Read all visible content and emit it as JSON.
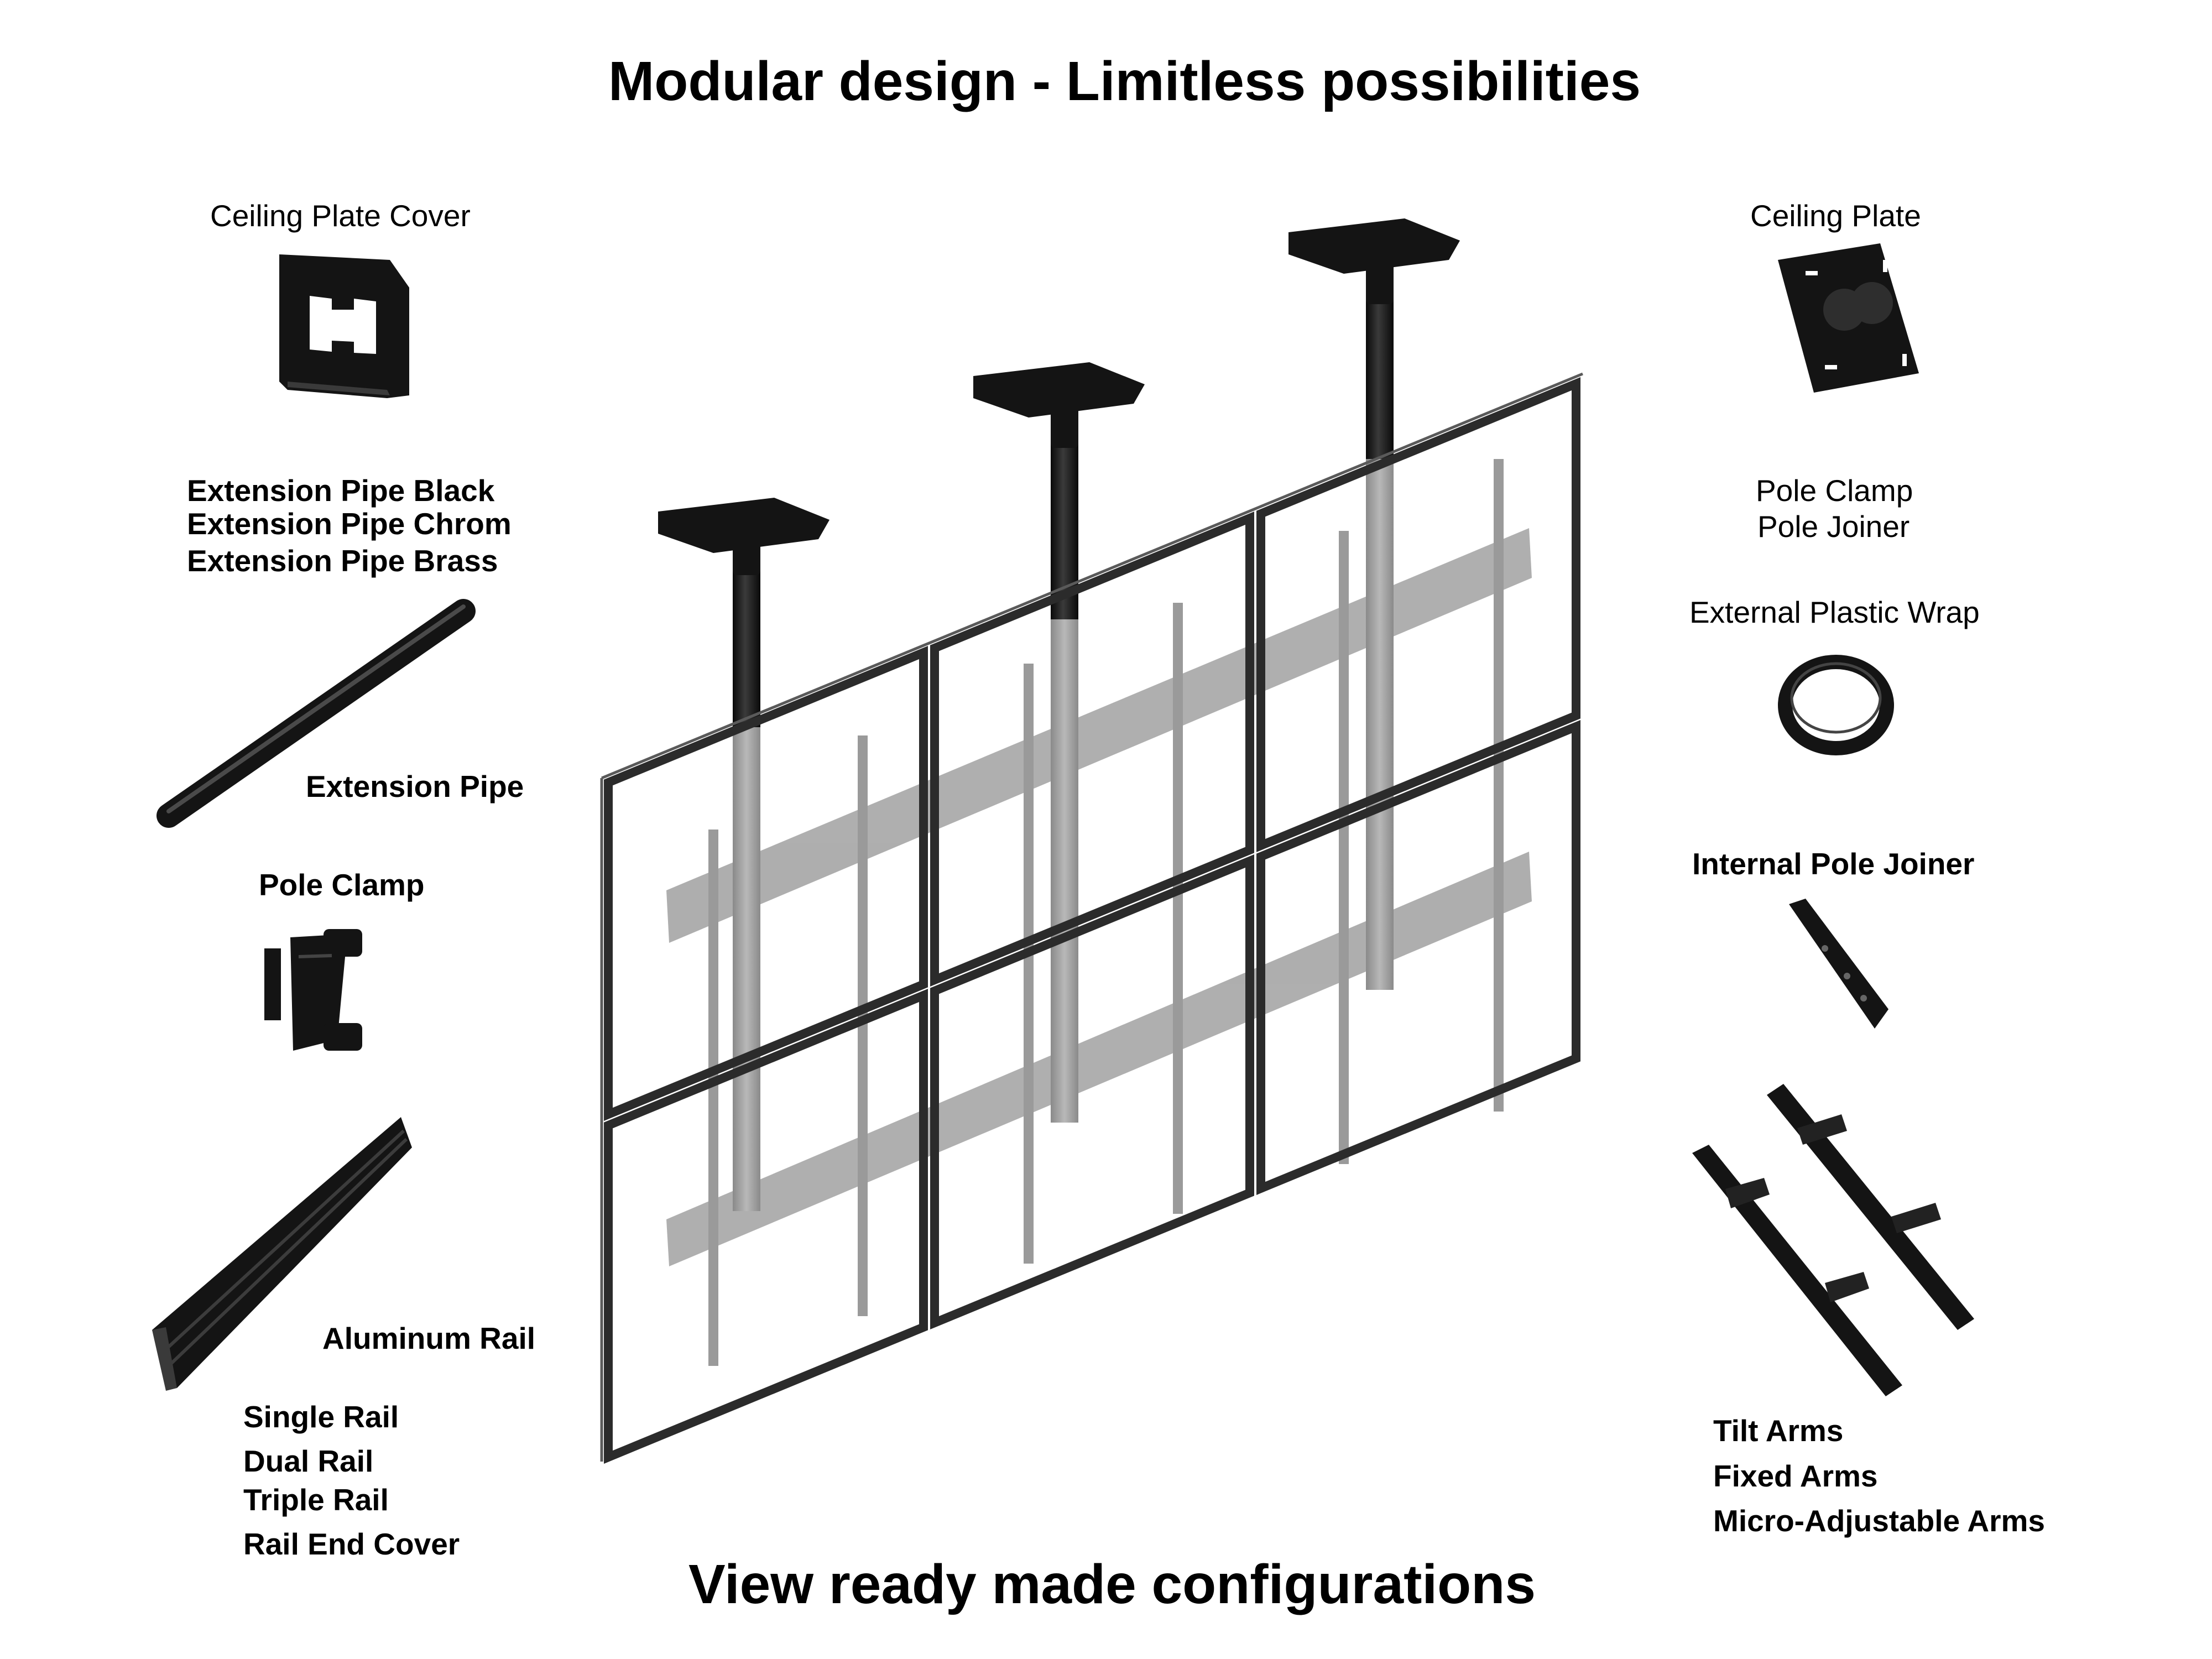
{
  "header": {
    "title": "Modular design - Limitless possibilities"
  },
  "footer": {
    "cta": "View ready made configurations"
  },
  "left_parts": {
    "ceiling_plate_cover": "Ceiling Plate Cover",
    "extension_pipe_variants": [
      "Extension Pipe Black",
      "Extension Pipe Chrom",
      "Extension Pipe Brass"
    ],
    "extension_pipe": "Extension Pipe",
    "pole_clamp": "Pole Clamp",
    "aluminum_rail": "Aluminum Rail",
    "rail_variants": [
      "Single Rail",
      "Dual Rail",
      "Triple Rail",
      "Rail End Cover"
    ]
  },
  "right_parts": {
    "ceiling_plate": "Ceiling Plate",
    "pole_clamp": "Pole Clamp",
    "pole_joiner": "Pole Joiner",
    "external_plastic_wrap": "External Plastic Wrap",
    "internal_pole_joiner": "Internal Pole Joiner",
    "arm_variants": [
      "Tilt Arms",
      "Fixed Arms",
      "Micro-Adjustable Arms"
    ]
  },
  "colors": {
    "part_black": "#141414",
    "frame_gray": "#2b2b2b",
    "ghost_gray": "#9a9a9a",
    "background": "#ffffff"
  }
}
